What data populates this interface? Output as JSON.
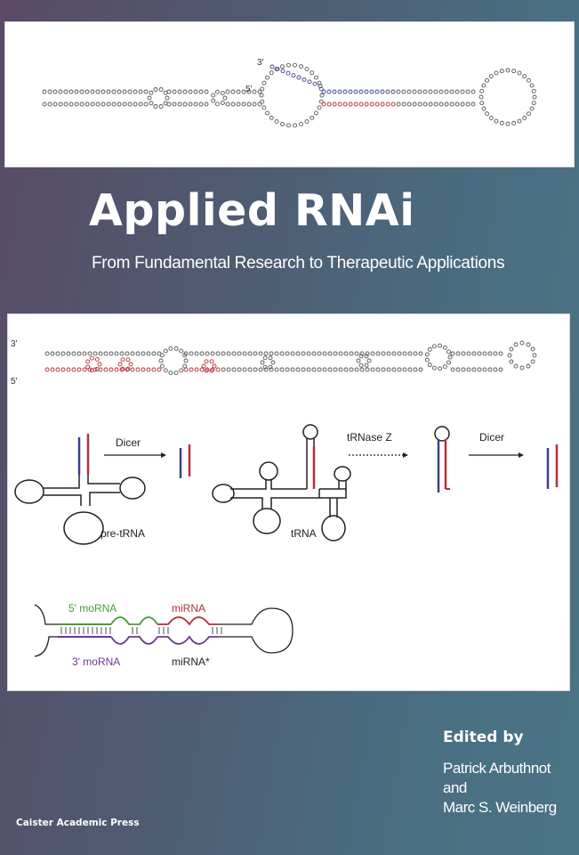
{
  "book": {
    "title": "Applied RNAi",
    "subtitle": "From Fundamental Research to Therapeutic Applications",
    "edited_by_label": "Edited by",
    "editor_1": "Patrick Arbuthnot",
    "and_label": "and",
    "editor_2": "Marc S. Weinberg",
    "publisher": "Caister Academic Press"
  },
  "hairpin_top": {
    "five_prime": "5'",
    "three_prime": "3'"
  },
  "hairpin_mid": {
    "three_prime": "3'",
    "five_prime": "5'"
  },
  "diagram": {
    "dicer_1": "Dicer",
    "pre_trna": "pre-tRNA",
    "trna": "tRNA",
    "trnase_z": "tRNase Z",
    "dicer_2": "Dicer",
    "mo_rna_5": "5' moRNA",
    "mirna": "miRNA",
    "mo_rna_3": "3' moRNA",
    "mirna_star": "miRNA*"
  },
  "colors": {
    "blue_strand": "#3a3f8f",
    "red_strand": "#b0303a",
    "green_strand": "#4a9a3a",
    "purple_strand": "#6a3a8a",
    "background_gradient_start": "#5a4a66",
    "background_gradient_end": "#4a7486"
  }
}
